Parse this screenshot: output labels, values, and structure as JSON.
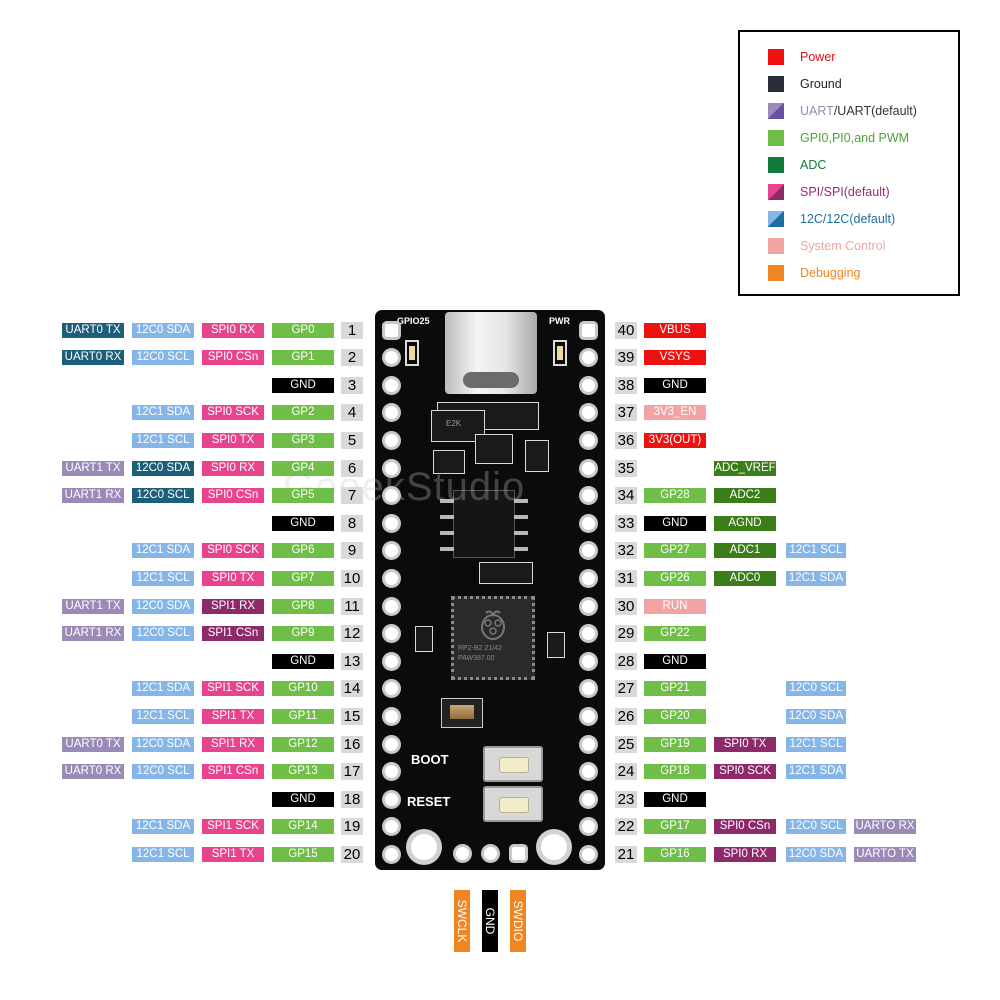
{
  "colors": {
    "power": "#ee1111",
    "ground": "#000000",
    "uart_light": "#9b89b8",
    "uart_dark": "#1d5f7a",
    "gpio": "#6fbe47",
    "adc": "#3b7d18",
    "spi_pink": "#e8448e",
    "spi_dark": "#8e2a6a",
    "i2c": "#86b6e8",
    "system": "#f2a3a3",
    "debug": "#ef8621",
    "pin_number_bg": "#d9d9d9"
  },
  "legend": {
    "items": [
      {
        "label": "Power",
        "swatch": "solid",
        "color": "#ee1111",
        "text_color": "#e01010"
      },
      {
        "label": "Ground",
        "swatch": "solid",
        "color": "#2a2e3b",
        "text_color": "#222222"
      },
      {
        "label_a": "UART",
        "label_b": "/UART(default)",
        "swatch": "split",
        "color_a": "#9b89b8",
        "color_b": "#6a4fa0",
        "text_color_a": "#9b89b8",
        "text_color_b": "#333333"
      },
      {
        "label": "GPI0,PI0,and PWM",
        "swatch": "solid",
        "color": "#6fbe47",
        "text_color": "#4aa532"
      },
      {
        "label": "ADC",
        "swatch": "solid",
        "color": "#0f7a3c",
        "text_color": "#0f7a3c"
      },
      {
        "label": "SPI/SPI(default)",
        "swatch": "split",
        "color_a": "#e8448e",
        "color_b": "#8e2a6a",
        "text_color": "#9c2a78"
      },
      {
        "label": "12C/12C(default)",
        "swatch": "split",
        "color_a": "#86b6e8",
        "color_b": "#1a6fa0",
        "text_color": "#1a6fa0"
      },
      {
        "label": "System Control",
        "swatch": "solid",
        "color": "#f2a3a3",
        "text_color": "#f2a3a3"
      },
      {
        "label": "Debugging",
        "swatch": "solid",
        "color": "#ef8621",
        "text_color": "#ef8621"
      }
    ]
  },
  "board": {
    "watermark": "GeeekStudio",
    "silk_gpio25": "GPIO25",
    "silk_pwr": "PWR",
    "silk_boot": "BOOT",
    "silk_reset": "RESET",
    "chip_line1": "RP2-B2  21/42",
    "chip_line2": "PAW387.00",
    "aux_chip": "E2K"
  },
  "debug_pins": [
    {
      "label": "SWCLK",
      "color": "#ef8621"
    },
    {
      "label": "GND",
      "color": "#000000"
    },
    {
      "label": "SWDIO",
      "color": "#ef8621"
    }
  ],
  "left_pins": [
    {
      "num": "1",
      "labels": [
        {
          "t": "UART0 TX",
          "c": "#1d5f7a"
        },
        {
          "t": "12C0 SDA",
          "c": "#86b6e8"
        },
        {
          "t": "SPI0 RX",
          "c": "#e8448e"
        },
        {
          "t": "GP0",
          "c": "#6fbe47"
        }
      ]
    },
    {
      "num": "2",
      "labels": [
        {
          "t": "UART0 RX",
          "c": "#1d5f7a"
        },
        {
          "t": "12C0 SCL",
          "c": "#86b6e8"
        },
        {
          "t": "SPI0 CSn",
          "c": "#e8448e"
        },
        {
          "t": "GP1",
          "c": "#6fbe47"
        }
      ]
    },
    {
      "num": "3",
      "labels": [
        {
          "t": "GND",
          "c": "#000000"
        }
      ]
    },
    {
      "num": "4",
      "labels": [
        {
          "t": "12C1 SDA",
          "c": "#86b6e8"
        },
        {
          "t": "SPI0 SCK",
          "c": "#e8448e"
        },
        {
          "t": "GP2",
          "c": "#6fbe47"
        }
      ]
    },
    {
      "num": "5",
      "labels": [
        {
          "t": "12C1 SCL",
          "c": "#86b6e8"
        },
        {
          "t": "SPI0 TX",
          "c": "#e8448e"
        },
        {
          "t": "GP3",
          "c": "#6fbe47"
        }
      ]
    },
    {
      "num": "6",
      "labels": [
        {
          "t": "UART1 TX",
          "c": "#9b89b8"
        },
        {
          "t": "12C0 SDA",
          "c": "#1d5f7a"
        },
        {
          "t": "SPI0 RX",
          "c": "#e8448e"
        },
        {
          "t": "GP4",
          "c": "#6fbe47"
        }
      ]
    },
    {
      "num": "7",
      "labels": [
        {
          "t": "UART1 RX",
          "c": "#9b89b8"
        },
        {
          "t": "12C0 SCL",
          "c": "#1d5f7a"
        },
        {
          "t": "SPI0 CSn",
          "c": "#e8448e"
        },
        {
          "t": "GP5",
          "c": "#6fbe47"
        }
      ]
    },
    {
      "num": "8",
      "labels": [
        {
          "t": "GND",
          "c": "#000000"
        }
      ]
    },
    {
      "num": "9",
      "labels": [
        {
          "t": "12C1 SDA",
          "c": "#86b6e8"
        },
        {
          "t": "SPI0 SCK",
          "c": "#e8448e"
        },
        {
          "t": "GP6",
          "c": "#6fbe47"
        }
      ]
    },
    {
      "num": "10",
      "labels": [
        {
          "t": "12C1 SCL",
          "c": "#86b6e8"
        },
        {
          "t": "SPI0 TX",
          "c": "#e8448e"
        },
        {
          "t": "GP7",
          "c": "#6fbe47"
        }
      ]
    },
    {
      "num": "11",
      "labels": [
        {
          "t": "UART1 TX",
          "c": "#9b89b8"
        },
        {
          "t": "12C0 SDA",
          "c": "#86b6e8"
        },
        {
          "t": "SPI1 RX",
          "c": "#8e2a6a"
        },
        {
          "t": "GP8",
          "c": "#6fbe47"
        }
      ]
    },
    {
      "num": "12",
      "labels": [
        {
          "t": "UART1 RX",
          "c": "#9b89b8"
        },
        {
          "t": "12C0 SCL",
          "c": "#86b6e8"
        },
        {
          "t": "SPI1 CSn",
          "c": "#8e2a6a"
        },
        {
          "t": "GP9",
          "c": "#6fbe47"
        }
      ]
    },
    {
      "num": "13",
      "labels": [
        {
          "t": "GND",
          "c": "#000000"
        }
      ]
    },
    {
      "num": "14",
      "labels": [
        {
          "t": "12C1 SDA",
          "c": "#86b6e8"
        },
        {
          "t": "SPI1 SCK",
          "c": "#e8448e"
        },
        {
          "t": "GP10",
          "c": "#6fbe47"
        }
      ]
    },
    {
      "num": "15",
      "labels": [
        {
          "t": "12C1 SCL",
          "c": "#86b6e8"
        },
        {
          "t": "SPI1 TX",
          "c": "#e8448e"
        },
        {
          "t": "GP11",
          "c": "#6fbe47"
        }
      ]
    },
    {
      "num": "16",
      "labels": [
        {
          "t": "UART0 TX",
          "c": "#9b89b8"
        },
        {
          "t": "12C0 SDA",
          "c": "#86b6e8"
        },
        {
          "t": "SPI1 RX",
          "c": "#e8448e"
        },
        {
          "t": "GP12",
          "c": "#6fbe47"
        }
      ]
    },
    {
      "num": "17",
      "labels": [
        {
          "t": "UART0 RX",
          "c": "#9b89b8"
        },
        {
          "t": "12C0 SCL",
          "c": "#86b6e8"
        },
        {
          "t": "SPI1 CSn",
          "c": "#e8448e"
        },
        {
          "t": "GP13",
          "c": "#6fbe47"
        }
      ]
    },
    {
      "num": "18",
      "labels": [
        {
          "t": "GND",
          "c": "#000000"
        }
      ]
    },
    {
      "num": "19",
      "labels": [
        {
          "t": "12C1 SDA",
          "c": "#86b6e8"
        },
        {
          "t": "SPI1 SCK",
          "c": "#e8448e"
        },
        {
          "t": "GP14",
          "c": "#6fbe47"
        }
      ]
    },
    {
      "num": "20",
      "labels": [
        {
          "t": "12C1 SCL",
          "c": "#86b6e8"
        },
        {
          "t": "SPI1 TX",
          "c": "#e8448e"
        },
        {
          "t": "GP15",
          "c": "#6fbe47"
        }
      ]
    }
  ],
  "right_pins": [
    {
      "num": "40",
      "labels": [
        {
          "t": "VBUS",
          "c": "#ee1111"
        }
      ]
    },
    {
      "num": "39",
      "labels": [
        {
          "t": "VSYS",
          "c": "#ee1111"
        }
      ]
    },
    {
      "num": "38",
      "labels": [
        {
          "t": "GND",
          "c": "#000000"
        }
      ]
    },
    {
      "num": "37",
      "labels": [
        {
          "t": "3V3_EN",
          "c": "#f2a3a3"
        }
      ]
    },
    {
      "num": "36",
      "labels": [
        {
          "t": "3V3(OUT)",
          "c": "#ee1111"
        }
      ]
    },
    {
      "num": "35",
      "labels": [
        null,
        {
          "t": "ADC_VREF",
          "c": "#3b7d18"
        }
      ]
    },
    {
      "num": "34",
      "labels": [
        {
          "t": "GP28",
          "c": "#6fbe47"
        },
        {
          "t": "ADC2",
          "c": "#3b7d18"
        }
      ]
    },
    {
      "num": "33",
      "labels": [
        {
          "t": "GND",
          "c": "#000000"
        },
        {
          "t": "AGND",
          "c": "#3b7d18"
        }
      ]
    },
    {
      "num": "32",
      "labels": [
        {
          "t": "GP27",
          "c": "#6fbe47"
        },
        {
          "t": "ADC1",
          "c": "#3b7d18"
        },
        {
          "t": "12C1 SCL",
          "c": "#86b6e8"
        }
      ]
    },
    {
      "num": "31",
      "labels": [
        {
          "t": "GP26",
          "c": "#6fbe47"
        },
        {
          "t": "ADC0",
          "c": "#3b7d18"
        },
        {
          "t": "12C1 SDA",
          "c": "#86b6e8"
        }
      ]
    },
    {
      "num": "30",
      "labels": [
        {
          "t": "RUN",
          "c": "#f2a3a3"
        }
      ]
    },
    {
      "num": "29",
      "labels": [
        {
          "t": "GP22",
          "c": "#6fbe47"
        }
      ]
    },
    {
      "num": "28",
      "labels": [
        {
          "t": "GND",
          "c": "#000000"
        }
      ]
    },
    {
      "num": "27",
      "labels": [
        {
          "t": "GP21",
          "c": "#6fbe47"
        },
        null,
        {
          "t": "12C0 SCL",
          "c": "#86b6e8"
        }
      ]
    },
    {
      "num": "26",
      "labels": [
        {
          "t": "GP20",
          "c": "#6fbe47"
        },
        null,
        {
          "t": "12C0 SDA",
          "c": "#86b6e8"
        }
      ]
    },
    {
      "num": "25",
      "labels": [
        {
          "t": "GP19",
          "c": "#6fbe47"
        },
        {
          "t": "SPI0 TX",
          "c": "#8e2a6a"
        },
        {
          "t": "12C1 SCL",
          "c": "#86b6e8"
        }
      ]
    },
    {
      "num": "24",
      "labels": [
        {
          "t": "GP18",
          "c": "#6fbe47"
        },
        {
          "t": "SPI0 SCK",
          "c": "#8e2a6a"
        },
        {
          "t": "12C1 SDA",
          "c": "#86b6e8"
        }
      ]
    },
    {
      "num": "23",
      "labels": [
        {
          "t": "GND",
          "c": "#000000"
        }
      ]
    },
    {
      "num": "22",
      "labels": [
        {
          "t": "GP17",
          "c": "#6fbe47"
        },
        {
          "t": "SPI0 CSn",
          "c": "#8e2a6a"
        },
        {
          "t": "12C0 SCL",
          "c": "#86b6e8"
        },
        {
          "t": "UARTO RX",
          "c": "#9b89b8"
        }
      ]
    },
    {
      "num": "21",
      "labels": [
        {
          "t": "GP16",
          "c": "#6fbe47"
        },
        {
          "t": "SPI0 RX",
          "c": "#8e2a6a"
        },
        {
          "t": "12C0 SDA",
          "c": "#86b6e8"
        },
        {
          "t": "UARTO TX",
          "c": "#9b89b8"
        }
      ]
    }
  ]
}
